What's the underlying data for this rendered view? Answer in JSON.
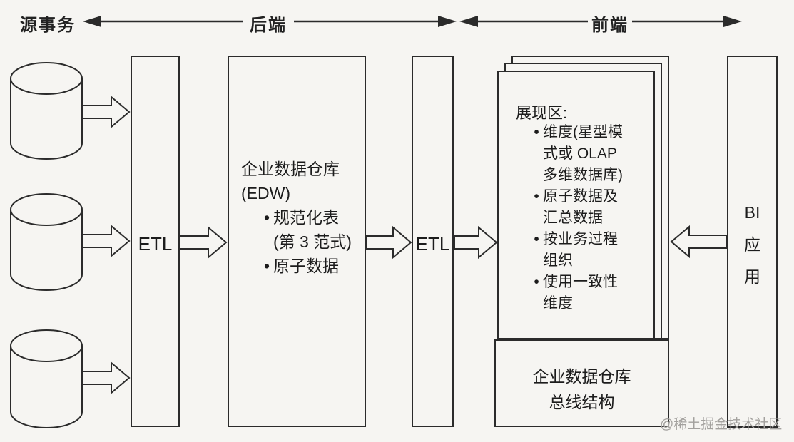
{
  "bullet_char": "•",
  "colors": {
    "background": "#f6f5f2",
    "line": "#2b2b2b",
    "watermark": "#a3a19e"
  },
  "header": {
    "source_label": "源事务",
    "backend_label": "后端",
    "frontend_label": "前端"
  },
  "etl1": {
    "label": "ETL"
  },
  "etl2": {
    "label": "ETL"
  },
  "edw": {
    "title_line1": "企业数据仓库",
    "title_line2": "(EDW)",
    "bullets": [
      {
        "lines": [
          "规范化表",
          "(第 3 范式)"
        ]
      },
      {
        "lines": [
          "原子数据"
        ]
      }
    ]
  },
  "presentation": {
    "title": "展现区:",
    "bullets": [
      {
        "lines": [
          "维度(星型模",
          "式或 OLAP",
          "多维数据库)"
        ]
      },
      {
        "lines": [
          "原子数据及",
          "汇总数据"
        ]
      },
      {
        "lines": [
          "按业务过程",
          "组织"
        ]
      },
      {
        "lines": [
          "使用一致性",
          "维度"
        ]
      }
    ]
  },
  "bus_box": {
    "line1": "企业数据仓库",
    "line2": "总线结构"
  },
  "bi": {
    "line1": "BI",
    "line2": "应",
    "line3": "用"
  },
  "watermark": "@稀土掘金技术社区"
}
